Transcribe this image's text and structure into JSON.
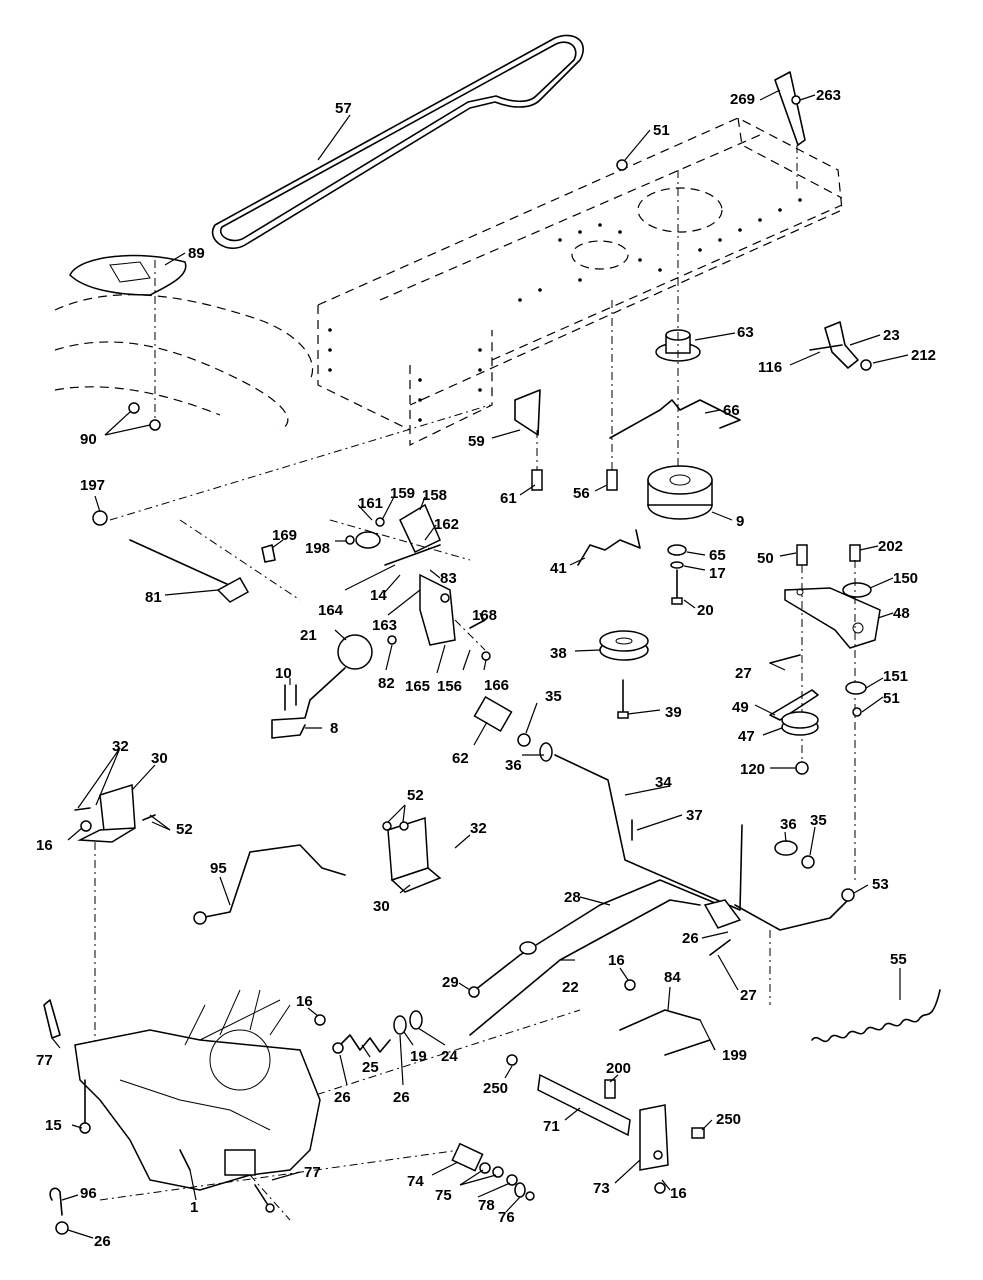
{
  "callouts": [
    {
      "id": "c57",
      "text": "57"
    },
    {
      "id": "c51a",
      "text": "51"
    },
    {
      "id": "c269",
      "text": "269"
    },
    {
      "id": "c263",
      "text": "263"
    },
    {
      "id": "c89",
      "text": "89"
    },
    {
      "id": "c63",
      "text": "63"
    },
    {
      "id": "c23",
      "text": "23"
    },
    {
      "id": "c116",
      "text": "116"
    },
    {
      "id": "c212",
      "text": "212"
    },
    {
      "id": "c66",
      "text": "66"
    },
    {
      "id": "c90",
      "text": "90"
    },
    {
      "id": "c59",
      "text": "59"
    },
    {
      "id": "c61",
      "text": "61"
    },
    {
      "id": "c56",
      "text": "56"
    },
    {
      "id": "c9",
      "text": "9"
    },
    {
      "id": "c197",
      "text": "197"
    },
    {
      "id": "c161",
      "text": "161"
    },
    {
      "id": "c159",
      "text": "159"
    },
    {
      "id": "c158",
      "text": "158"
    },
    {
      "id": "c198",
      "text": "198"
    },
    {
      "id": "c169",
      "text": "169"
    },
    {
      "id": "c162",
      "text": "162"
    },
    {
      "id": "c41",
      "text": "41"
    },
    {
      "id": "c65",
      "text": "65"
    },
    {
      "id": "c17",
      "text": "17"
    },
    {
      "id": "c50",
      "text": "50"
    },
    {
      "id": "c202",
      "text": "202"
    },
    {
      "id": "c150",
      "text": "150"
    },
    {
      "id": "c81",
      "text": "81"
    },
    {
      "id": "c164",
      "text": "164"
    },
    {
      "id": "c14",
      "text": "14"
    },
    {
      "id": "c83",
      "text": "83"
    },
    {
      "id": "c20",
      "text": "20"
    },
    {
      "id": "c48",
      "text": "48"
    },
    {
      "id": "c163",
      "text": "163"
    },
    {
      "id": "c168",
      "text": "168"
    },
    {
      "id": "c21",
      "text": "21"
    },
    {
      "id": "c38",
      "text": "38"
    },
    {
      "id": "c27a",
      "text": "27"
    },
    {
      "id": "c10",
      "text": "10"
    },
    {
      "id": "c82",
      "text": "82"
    },
    {
      "id": "c165",
      "text": "165"
    },
    {
      "id": "c156",
      "text": "156"
    },
    {
      "id": "c166",
      "text": "166"
    },
    {
      "id": "c151",
      "text": "151"
    },
    {
      "id": "c51b",
      "text": "51"
    },
    {
      "id": "c35a",
      "text": "35"
    },
    {
      "id": "c39",
      "text": "39"
    },
    {
      "id": "c8",
      "text": "8"
    },
    {
      "id": "c49",
      "text": "49"
    },
    {
      "id": "c62",
      "text": "62"
    },
    {
      "id": "c47",
      "text": "47"
    },
    {
      "id": "c36a",
      "text": "36"
    },
    {
      "id": "c120",
      "text": "120"
    },
    {
      "id": "c32a",
      "text": "32"
    },
    {
      "id": "c30a",
      "text": "30"
    },
    {
      "id": "c34",
      "text": "34"
    },
    {
      "id": "c52a",
      "text": "52"
    },
    {
      "id": "c52b",
      "text": "52"
    },
    {
      "id": "c37",
      "text": "37"
    },
    {
      "id": "c16a",
      "text": "16"
    },
    {
      "id": "c32b",
      "text": "32"
    },
    {
      "id": "c36b",
      "text": "36"
    },
    {
      "id": "c35b",
      "text": "35"
    },
    {
      "id": "c95",
      "text": "95"
    },
    {
      "id": "c30b",
      "text": "30"
    },
    {
      "id": "c53",
      "text": "53"
    },
    {
      "id": "c28",
      "text": "28"
    },
    {
      "id": "c26a",
      "text": "26"
    },
    {
      "id": "c55",
      "text": "55"
    },
    {
      "id": "c27b",
      "text": "27"
    },
    {
      "id": "c29",
      "text": "29"
    },
    {
      "id": "c22",
      "text": "22"
    },
    {
      "id": "c16b",
      "text": "16"
    },
    {
      "id": "c84",
      "text": "84"
    },
    {
      "id": "c16c",
      "text": "16"
    },
    {
      "id": "c77a",
      "text": "77"
    },
    {
      "id": "c25",
      "text": "25"
    },
    {
      "id": "c19",
      "text": "19"
    },
    {
      "id": "c24",
      "text": "24"
    },
    {
      "id": "c199",
      "text": "199"
    },
    {
      "id": "c26b",
      "text": "26"
    },
    {
      "id": "c26c",
      "text": "26"
    },
    {
      "id": "c200",
      "text": "200"
    },
    {
      "id": "c250a",
      "text": "250"
    },
    {
      "id": "c15",
      "text": "15"
    },
    {
      "id": "c71",
      "text": "71"
    },
    {
      "id": "c250b",
      "text": "250"
    },
    {
      "id": "c77b",
      "text": "77"
    },
    {
      "id": "c74",
      "text": "74"
    },
    {
      "id": "c73",
      "text": "73"
    },
    {
      "id": "c16d",
      "text": "16"
    },
    {
      "id": "c96",
      "text": "96"
    },
    {
      "id": "c75",
      "text": "75"
    },
    {
      "id": "c78",
      "text": "78"
    },
    {
      "id": "c1",
      "text": "1"
    },
    {
      "id": "c76",
      "text": "76"
    },
    {
      "id": "c26d",
      "text": "26"
    }
  ]
}
